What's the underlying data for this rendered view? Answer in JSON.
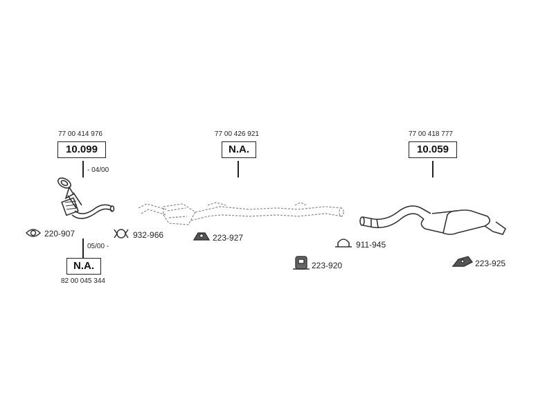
{
  "parts": {
    "front_pipe": {
      "oem": "77 00 414 976",
      "number": "10.099",
      "date": "- 04/00"
    },
    "catalyst": {
      "oem": "77 00 426 921",
      "number": "N.A."
    },
    "rear_silencer": {
      "oem": "77 00 418 777",
      "number": "10.059"
    },
    "front_pipe_alt": {
      "oem": "82 00 045 344",
      "number": "N.A.",
      "date": "05/00 -"
    }
  },
  "accessories": [
    {
      "code": "220-907",
      "icon": "gasket-icon"
    },
    {
      "code": "932-966",
      "icon": "clamp-icon"
    },
    {
      "code": "223-927",
      "icon": "rubber-mount-icon"
    },
    {
      "code": "223-920",
      "icon": "rubber-hanger-icon"
    },
    {
      "code": "911-945",
      "icon": "u-clamp-icon"
    },
    {
      "code": "223-925",
      "icon": "bracket-icon"
    }
  ],
  "colors": {
    "ink": "#222222",
    "dashed": "#888888",
    "background": "#ffffff"
  }
}
